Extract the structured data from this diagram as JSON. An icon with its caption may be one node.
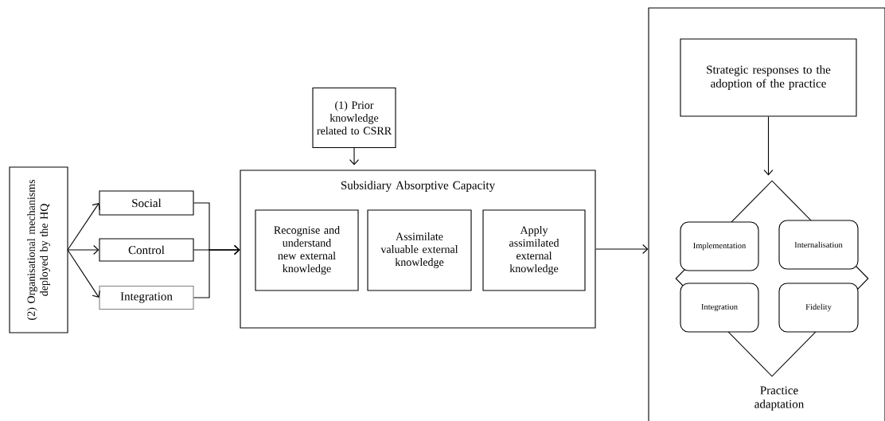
{
  "diagram": {
    "nodes": [
      {
        "text": [
          "(2) Organisational mechanisms deployed by the HQ"
        ]
      },
      {
        "text": [
          "Social"
        ]
      },
      {
        "text": [
          "Control"
        ]
      },
      {
        "text": [
          "Integration"
        ]
      },
      {
        "text": [
          "(1) Prior knowledge related to CSRR"
        ]
      },
      {
        "text": [
          "Subsidiary Absorptive Capacity"
        ]
      },
      {
        "text": [
          "Recognise and understand new external knowledge"
        ],
        "in": 5
      },
      {
        "text": [
          "Assimilate valuable external knowledge"
        ],
        "in": 5
      },
      {
        "text": [
          "Apply assimilated external knowledge"
        ],
        "in": 5
      },
      {
        "text": [],
        "shape": "box"
      },
      {
        "text": [
          "Strategic responses to the adoption of the practice"
        ],
        "in": 9
      },
      {
        "text": [],
        "shape": "diamond",
        "beside": [
          "Practice adaptation"
        ],
        "in": 9
      },
      {
        "text": [
          "Implementation"
        ],
        "in": 11
      },
      {
        "text": [
          "Internalisation"
        ],
        "in": 11
      },
      {
        "text": [
          "Integration"
        ],
        "in": 11
      },
      {
        "text": [
          "Fidelity"
        ],
        "in": 11
      }
    ],
    "edges": [
      {
        "from": 0,
        "to": 1,
        "arrow": "to"
      },
      {
        "from": 0,
        "to": 2,
        "arrow": "to"
      },
      {
        "from": 0,
        "to": 3,
        "arrow": "to"
      },
      {
        "from": 1,
        "to": 5,
        "arrow": "to"
      },
      {
        "from": 2,
        "to": 5,
        "arrow": "to"
      },
      {
        "from": 3,
        "to": 5,
        "arrow": "to"
      },
      {
        "from": 4,
        "to": 5,
        "arrow": "to"
      },
      {
        "from": 5,
        "to": 9,
        "arrow": "to"
      },
      {
        "from": 10,
        "to": 11,
        "arrow": "to"
      }
    ]
  }
}
